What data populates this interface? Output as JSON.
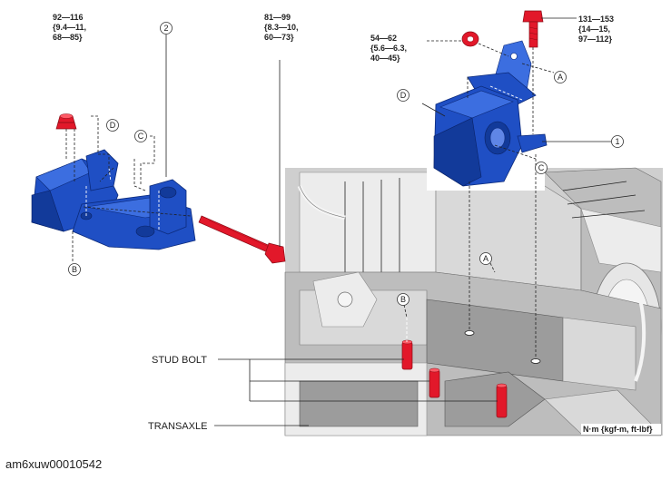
{
  "torques": {
    "left_bolt": [
      "92—116",
      "{9.4—11,",
      "68—85}"
    ],
    "long_bolt": [
      "81—99",
      "{8.3—10,",
      "60—73}"
    ],
    "nut": [
      "54—62",
      "{5.6—6.3,",
      "40—45}"
    ],
    "top_bolt": [
      "131—153",
      "{14—15,",
      "97—112}"
    ]
  },
  "markers": {
    "part_1": "1",
    "part_2": "2",
    "A": "A",
    "B": "B",
    "C": "C",
    "D": "D"
  },
  "callouts": {
    "stud_bolt": "STUD BOLT",
    "transaxle": "TRANSAXLE",
    "units": "N·m {kgf-m, ft-lbf}"
  },
  "image_id": "am6xuw00010542",
  "colors": {
    "mount_blue": "#1f4fc4",
    "fastener_red": "#e2182a",
    "engine_grey": "#bdbdbd"
  }
}
